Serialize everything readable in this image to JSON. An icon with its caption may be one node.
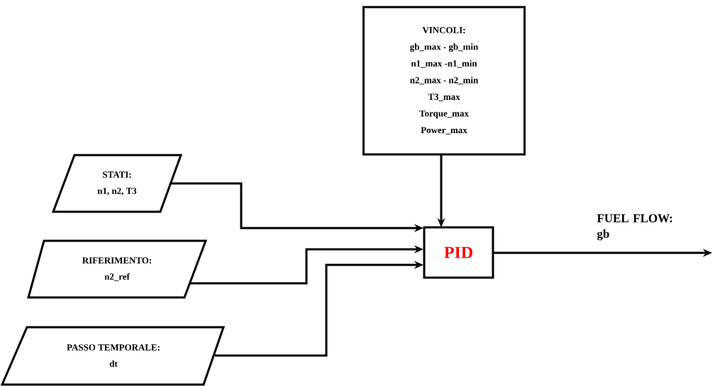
{
  "diagram": {
    "nodes": [
      {
        "text": [
          "VINCOLI:",
          "gb_max - gb_min",
          "n1_max -n1_min",
          "n2_max - n2_min",
          "T3_max",
          "Torque_max",
          "Power_max"
        ]
      },
      {
        "text": [
          "STATI:",
          "n1, n2, T3"
        ]
      },
      {
        "text": [
          "RIFERIMENTO:",
          "n2_ref"
        ]
      },
      {
        "text": [
          "PASSO TEMPORALE:",
          "dt"
        ]
      },
      {
        "text": [
          "PID"
        ]
      }
    ],
    "edges": [
      {
        "from": 0,
        "to": 4,
        "arrow": "to"
      },
      {
        "from": 1,
        "to": 4,
        "arrow": "to"
      },
      {
        "from": 2,
        "to": 4,
        "arrow": "to"
      },
      {
        "from": 3,
        "to": 4,
        "arrow": "to"
      },
      {
        "from": 4,
        "to": null,
        "arrow": "to",
        "label": "FUEL FLOW: gb"
      }
    ]
  }
}
